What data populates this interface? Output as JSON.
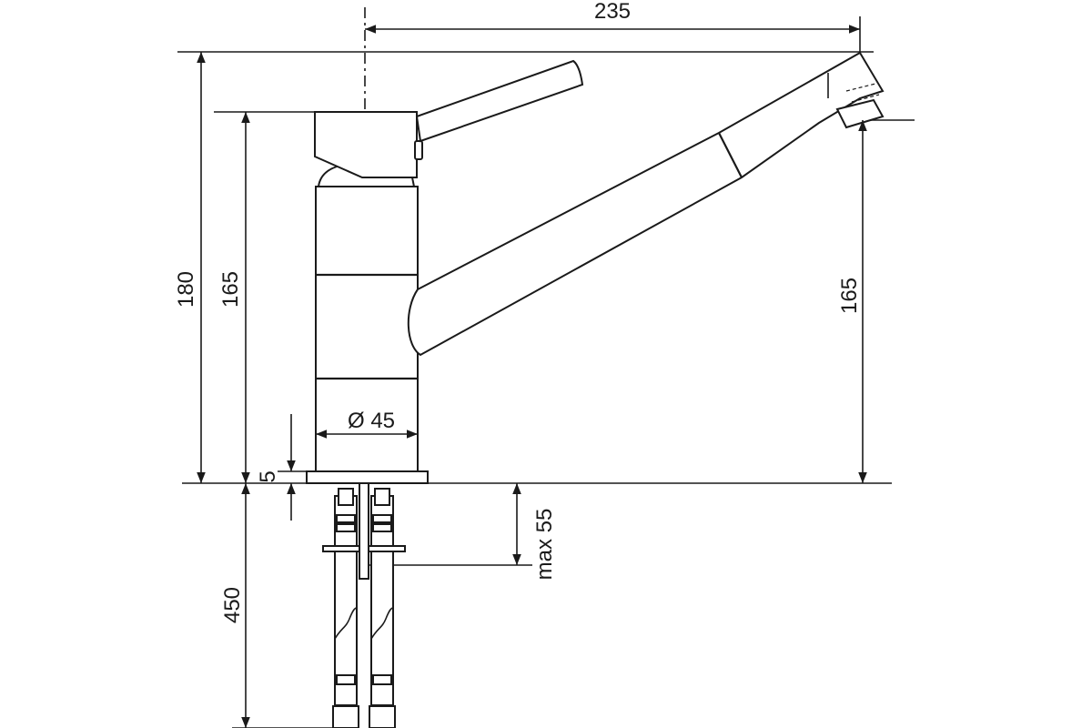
{
  "dimensions": {
    "spout_reach": "235",
    "total_height": "180",
    "body_height": "165",
    "spout_height": "165",
    "body_diameter": "Ø 45",
    "plate_thickness": "5",
    "hose_length": "450",
    "max_counter": "max 55"
  }
}
